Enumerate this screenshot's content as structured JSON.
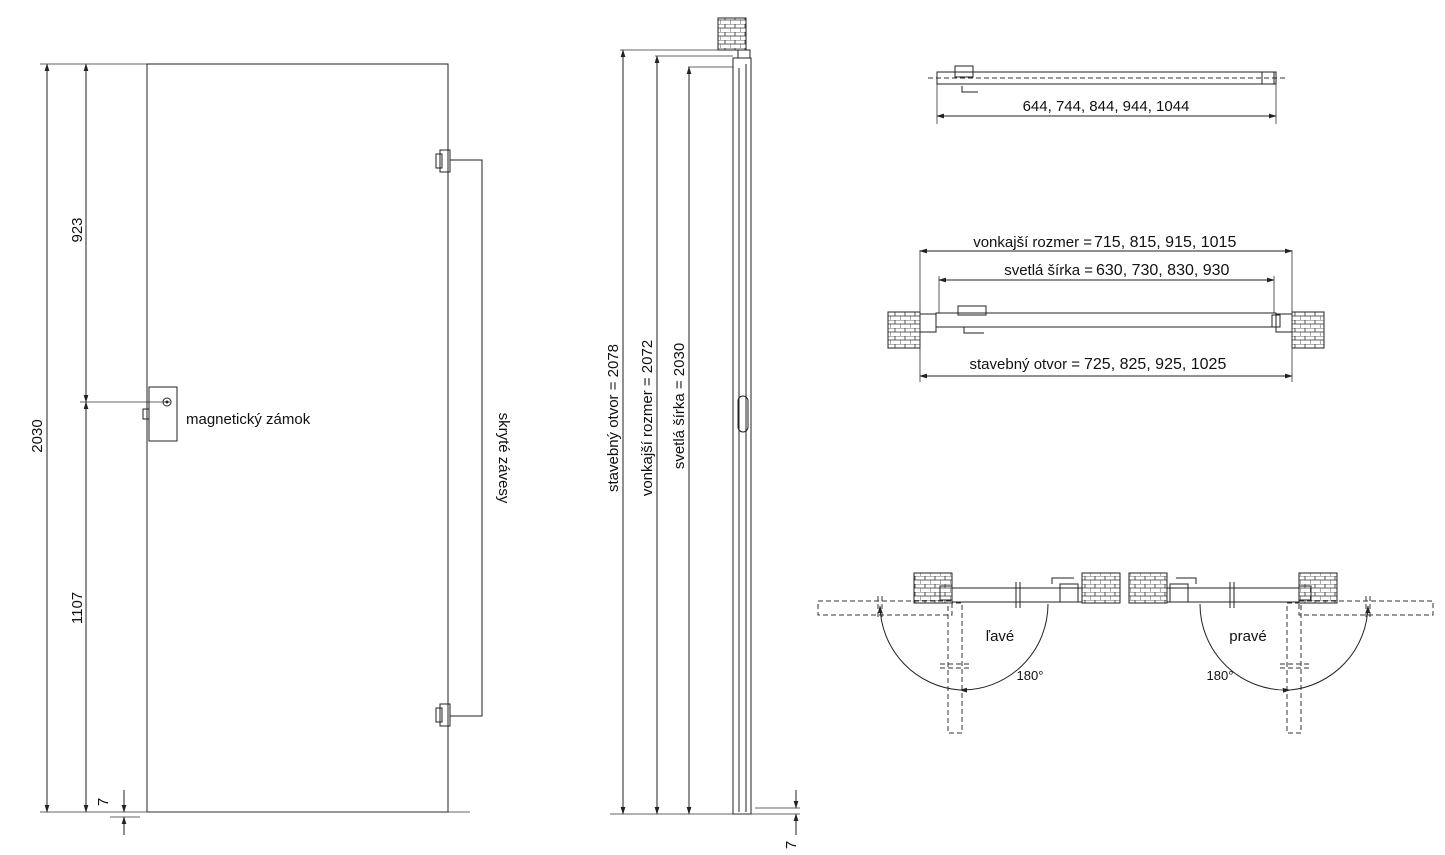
{
  "front_view": {
    "dim_total": "2030",
    "dim_upper": "923",
    "dim_lower": "1107",
    "dim_gap": "7",
    "label_lock": "magnetický zámok",
    "label_hinges": "skryté závesy"
  },
  "side_view": {
    "dim_opening": "stavebný otvor = 2078",
    "dim_outer": "vonkajší rozmer = 2072",
    "dim_clear": "svetlá šírka = 2030",
    "dim_gap": "7"
  },
  "top_view": {
    "door_widths": "644, 744, 844, 944, 1044"
  },
  "plan_view": {
    "outer_label": "vonkajší rozmer =",
    "outer_values": "715, 815, 915, 1015",
    "clear_label": "svetlá šírka =",
    "clear_values": "630, 730, 830, 930",
    "opening_label": "stavebný otvor =",
    "opening_values": "725, 825, 925, 1025"
  },
  "swing": {
    "left_label": "ľavé",
    "right_label": "pravé",
    "angle_left": "180°",
    "angle_right": "180°"
  }
}
